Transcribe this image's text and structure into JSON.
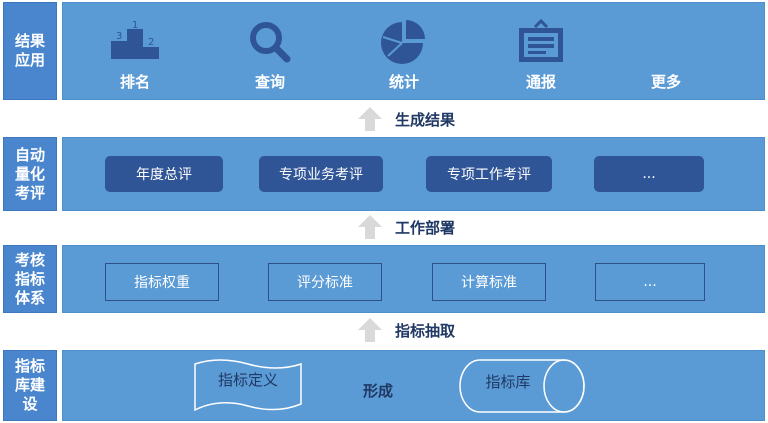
{
  "rows": [
    {
      "label": "结果应用"
    },
    {
      "label": "自动量化考评"
    },
    {
      "label": "考核指标体系"
    },
    {
      "label": "指标库建设"
    }
  ],
  "results": {
    "items": [
      {
        "label": "排名",
        "icon": "podium-icon"
      },
      {
        "label": "查询",
        "icon": "magnifier-icon"
      },
      {
        "label": "统计",
        "icon": "pie-chart-icon"
      },
      {
        "label": "通报",
        "icon": "bulletin-board-icon"
      },
      {
        "label": "更多",
        "icon": ""
      }
    ]
  },
  "connectors": [
    {
      "label": "生成结果"
    },
    {
      "label": "工作部署"
    },
    {
      "label": "指标抽取"
    }
  ],
  "evaluation": {
    "boxes": [
      "年度总评",
      "专项业务考评",
      "专项工作考评",
      "..."
    ]
  },
  "indicator_system": {
    "boxes": [
      "指标权重",
      "评分标准",
      "计算标准",
      "..."
    ]
  },
  "library": {
    "definition": "指标定义",
    "action": "形成",
    "store": "指标库"
  },
  "colors": {
    "band": "#5b9bd5",
    "label": "#4a86cd",
    "solid_box": "#2f5597",
    "connector_text": "#1f3864",
    "arrow": "#d9d9d9"
  }
}
